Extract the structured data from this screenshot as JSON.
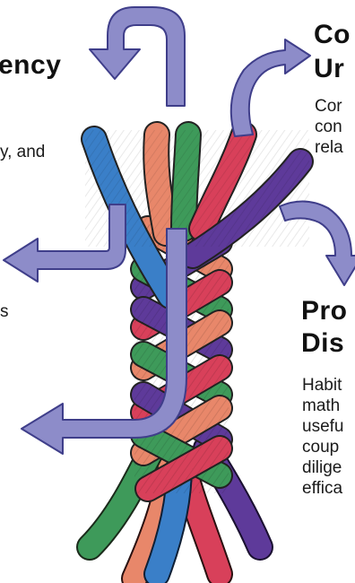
{
  "left": {
    "heading_fragment": "ency",
    "line_fragment": "y, and",
    "line_fragment_2": "s"
  },
  "conceptual": {
    "heading_line1": "Co",
    "heading_line2": "Ur",
    "body": [
      "Cor",
      "con",
      "rela"
    ]
  },
  "productive": {
    "heading_line1": "Pro",
    "heading_line2": "Dis",
    "body": [
      "Habit",
      "math",
      "usefu",
      "coup",
      "dilige",
      "effica"
    ]
  },
  "colors": {
    "arrow_fill": "#8d8cc9",
    "arrow_stroke": "#3f3e8a",
    "strand_red": "#d8405a",
    "strand_salmon": "#e8876a",
    "strand_green": "#3e9a5a",
    "strand_blue": "#3a7fc8",
    "strand_purple": "#5e3a9a"
  },
  "icons": [
    "arrow-icon",
    "rope-strands-icon"
  ]
}
